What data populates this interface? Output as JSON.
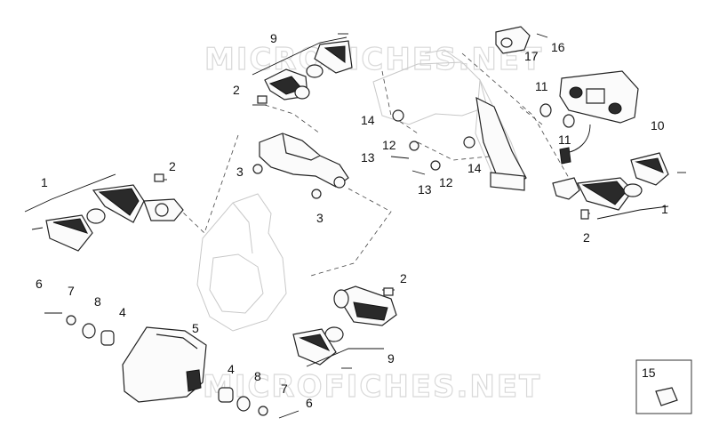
{
  "watermark": {
    "top": "MICROFICHES.NET",
    "bottom": "MICROFICHES.NET"
  },
  "labels": {
    "l1a": "1",
    "l1b": "1",
    "l2a": "2",
    "l2b": "2",
    "l2c": "2",
    "l2d": "2",
    "l3a": "3",
    "l3b": "3",
    "l4a": "4",
    "l4b": "4",
    "l5": "5",
    "l6a": "6",
    "l6b": "6",
    "l7a": "7",
    "l7b": "7",
    "l8a": "8",
    "l8b": "8",
    "l9a": "9",
    "l9b": "9",
    "l10": "10",
    "l11a": "11",
    "l11b": "11",
    "l12a": "12",
    "l12b": "12",
    "l13a": "13",
    "l13b": "13",
    "l14a": "14",
    "l14b": "14",
    "l15": "15",
    "l16": "16",
    "l17": "17"
  }
}
